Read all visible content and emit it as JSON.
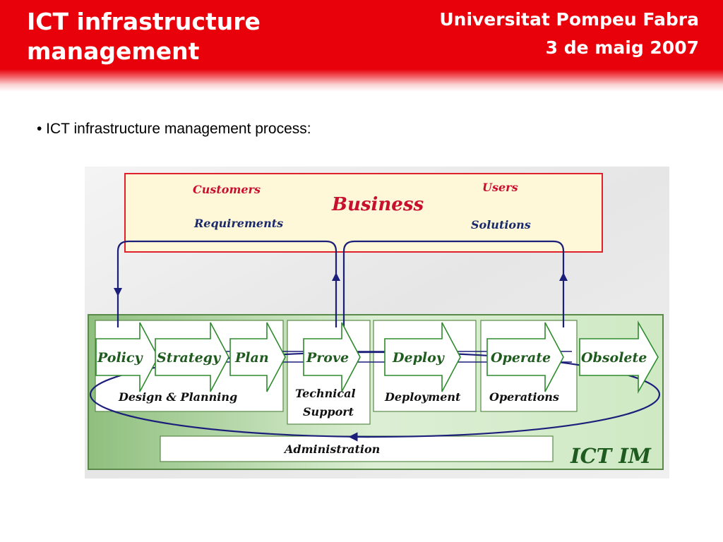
{
  "header": {
    "title_line1": "ICT infrastructure",
    "title_line2": "management",
    "university": "Universitat Pompeu Fabra",
    "date": "3 de maig 2007"
  },
  "content": {
    "bullet": "• ICT infrastructure management process:"
  },
  "diagram": {
    "business": {
      "title": "Business",
      "customers": "Customers",
      "users": "Users",
      "requirements": "Requirements",
      "solutions": "Solutions"
    },
    "stages": [
      "Policy",
      "Strategy",
      "Plan",
      "Prove",
      "Deploy",
      "Operate",
      "Obsolete"
    ],
    "groups": {
      "design_planning": "Design & Planning",
      "technical_1": "Technical",
      "technical_2": "Support",
      "deployment": "Deployment",
      "operations": "Operations",
      "administration": "Administration"
    },
    "ict_label": "ICT IM",
    "colors": {
      "header_red": "#e8000b",
      "business_border": "#e0202a",
      "business_fill": "#fff8d8",
      "label_red": "#c8102e",
      "label_navy": "#1a2a6c",
      "stage_text": "#1f5a1f",
      "arrow_navy": "#1c1f7a",
      "ict_border": "#5a8a4a"
    }
  }
}
